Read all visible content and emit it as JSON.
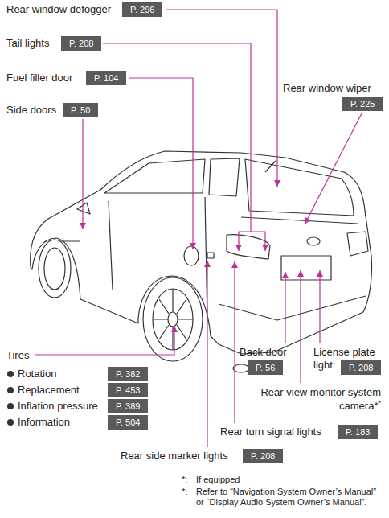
{
  "diagram": {
    "nodes": [
      {
        "text": [
          "Rear window defogger",
          "P. 296"
        ]
      },
      {
        "text": [
          "Tail lights",
          "P. 208"
        ]
      },
      {
        "text": [
          "Fuel filler door",
          "P. 104"
        ]
      },
      {
        "text": [
          "Side doors",
          "P. 50"
        ]
      },
      {
        "text": [
          "Rear window wiper",
          "P. 225"
        ]
      },
      {
        "text": [
          "Rotation",
          "P. 382"
        ]
      },
      {
        "text": [
          "Replacement",
          "P. 453"
        ]
      },
      {
        "text": [
          "Inflation pressure",
          "P. 389"
        ]
      },
      {
        "text": [
          "Information",
          "P. 504"
        ]
      },
      {
        "text": [
          "Back door",
          "P. 56"
        ]
      },
      {
        "text": [
          "License plate light",
          "P. 208"
        ]
      },
      {
        "text": [
          "Rear turn signal lights",
          "P. 183"
        ]
      },
      {
        "text": [
          "Rear side marker lights",
          "P. 208"
        ]
      }
    ],
    "labels": [
      "Tires",
      "Rear view monitor system camera*",
      "*",
      "*:",
      "If equipped",
      "*:",
      "Refer to “Navigation System Owner’s Manual” or “Display Audio System Owner’s Manual”."
    ]
  }
}
